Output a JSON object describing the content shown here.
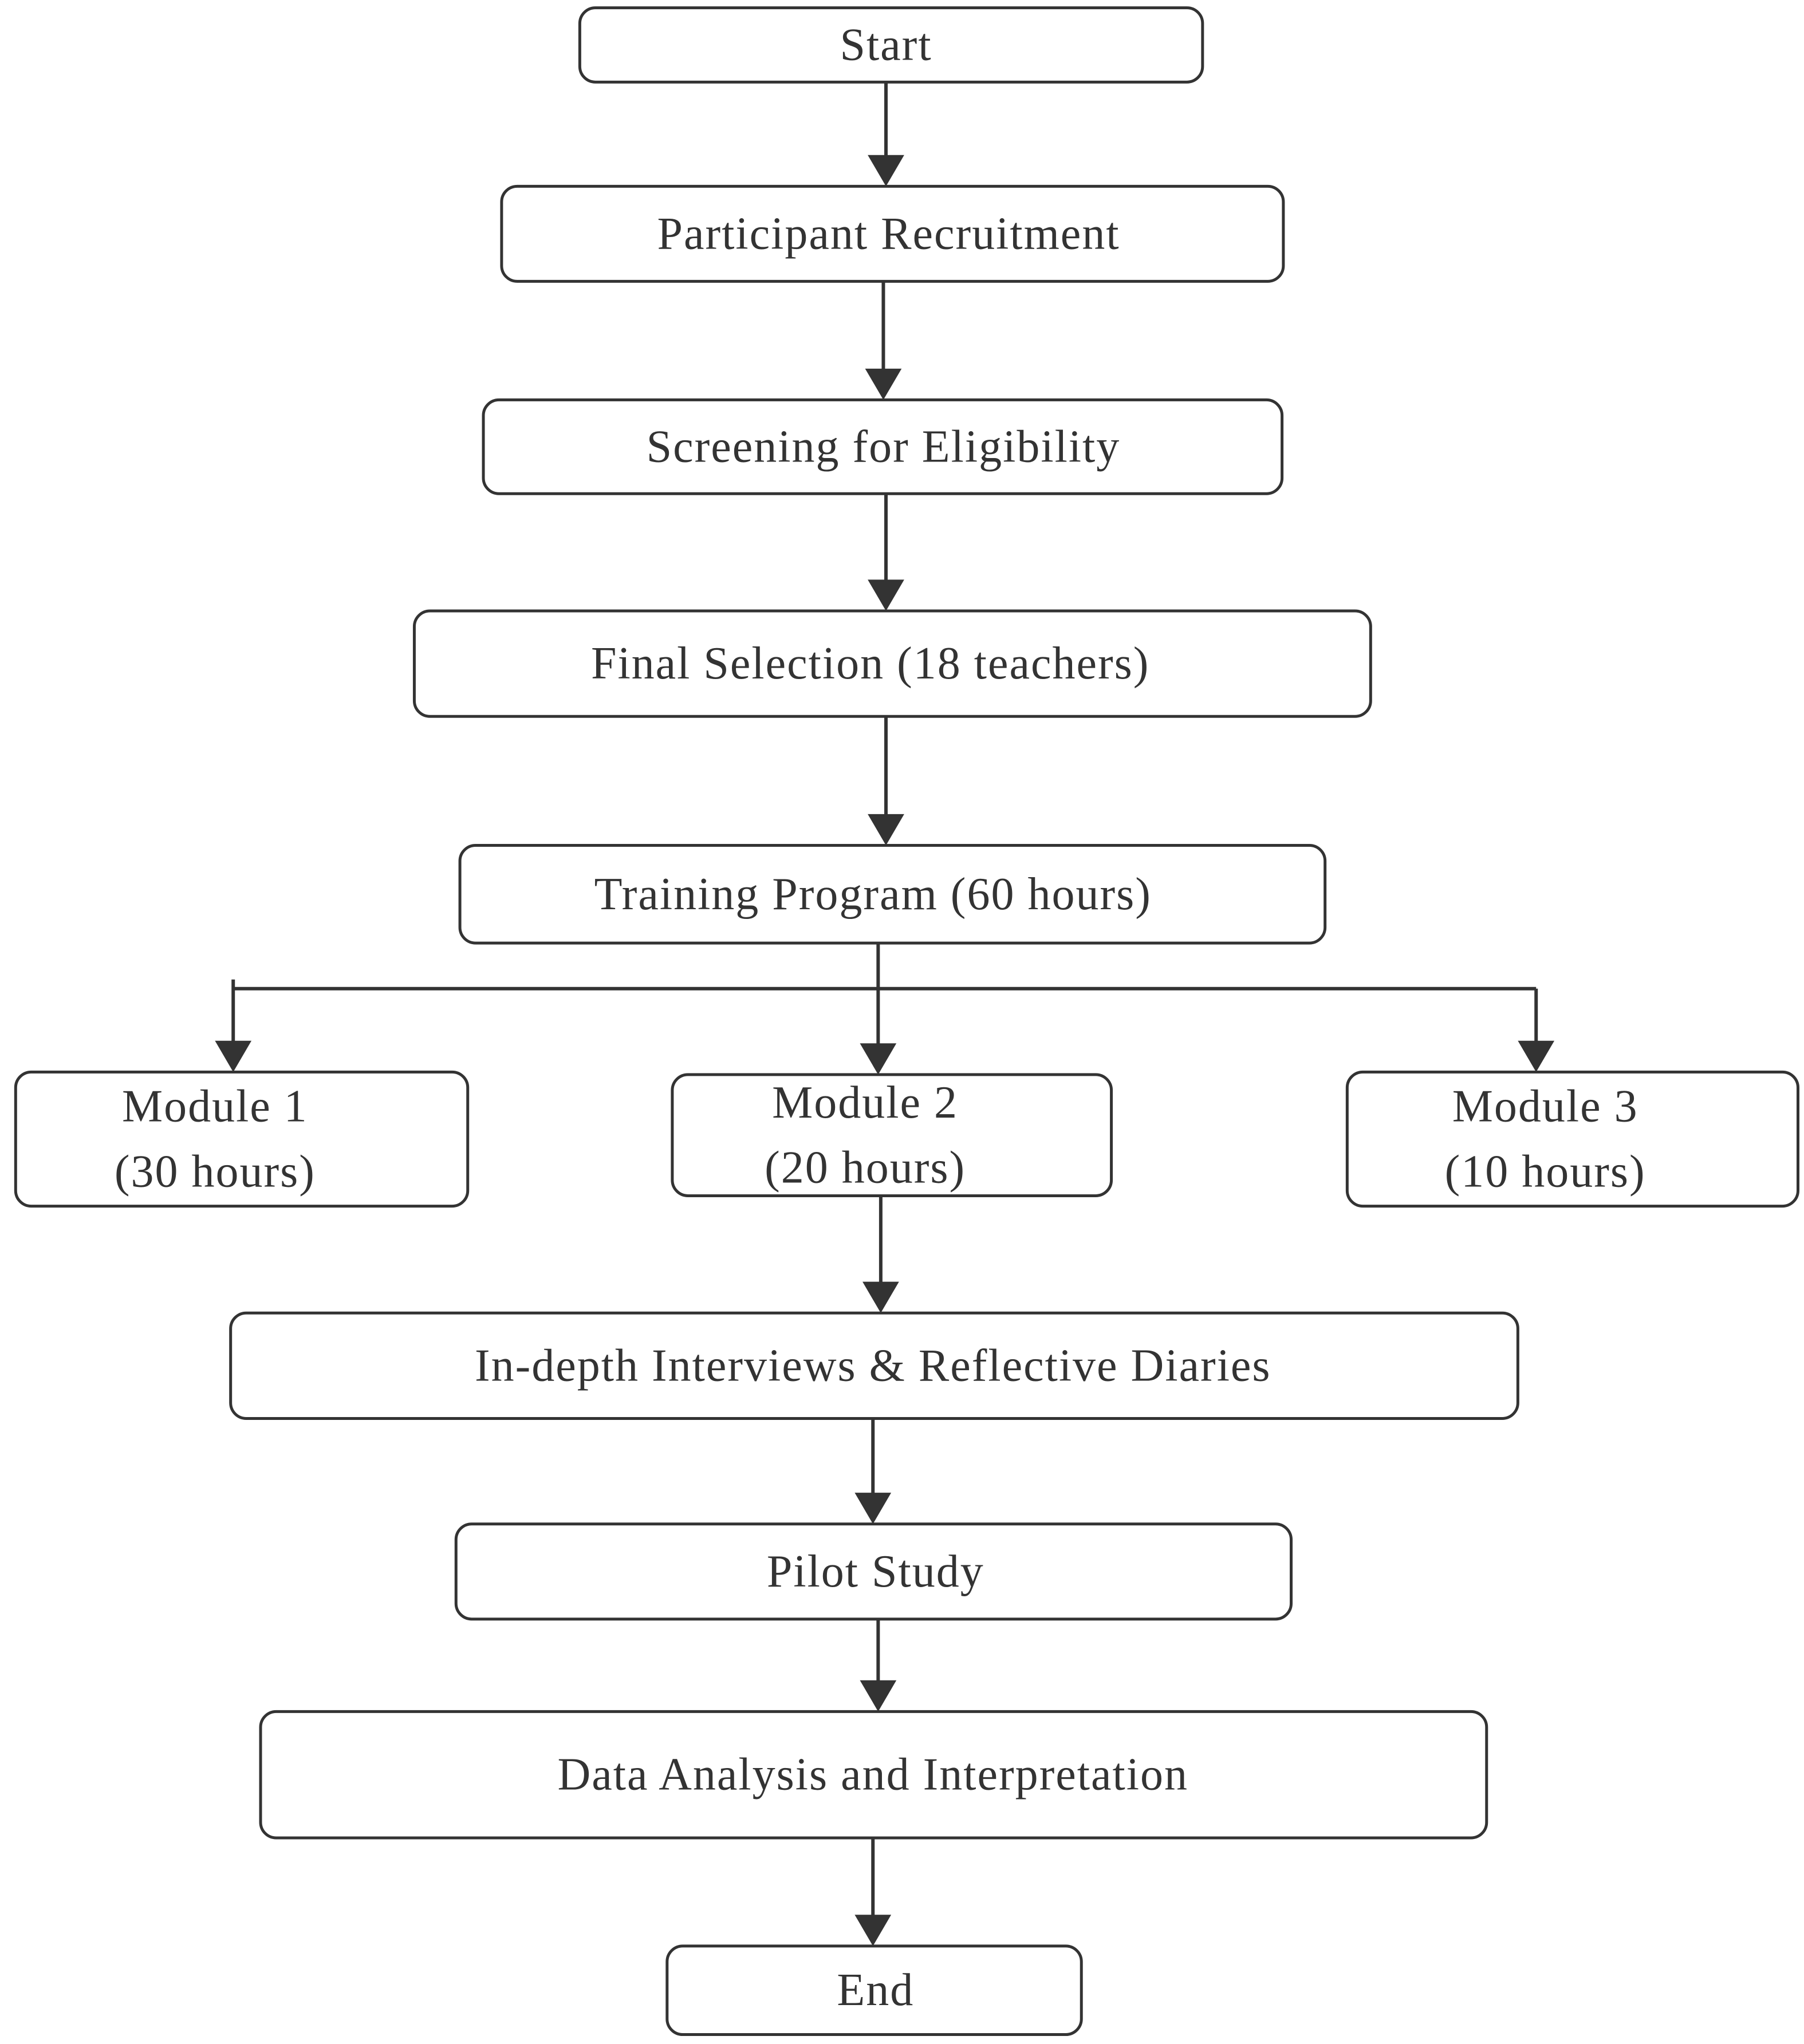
{
  "diagram": {
    "type": "flowchart",
    "nodes": [
      {
        "id": "start",
        "lines": [
          "Start"
        ]
      },
      {
        "id": "participant-recruitment",
        "lines": [
          "Participant Recruitment"
        ]
      },
      {
        "id": "screening-for-eligibility",
        "lines": [
          "Screening for Eligibility"
        ]
      },
      {
        "id": "final-selection",
        "lines": [
          "Final Selection  (18 teachers)"
        ]
      },
      {
        "id": "training-program",
        "lines": [
          "Training Program  (60 hours)"
        ]
      },
      {
        "id": "module-1",
        "lines": [
          "Module  1",
          "(30 hours)"
        ]
      },
      {
        "id": "module-2",
        "lines": [
          "Module 2",
          "(20 hours)"
        ]
      },
      {
        "id": "module-3",
        "lines": [
          "Module 3",
          "(10 hours)"
        ]
      },
      {
        "id": "interviews-diaries",
        "lines": [
          "In-depth Interviews & Reflective Diaries"
        ]
      },
      {
        "id": "pilot-study",
        "lines": [
          "Pilot Study"
        ]
      },
      {
        "id": "data-analysis",
        "lines": [
          "Data Analysis and Interpretation"
        ]
      },
      {
        "id": "end",
        "lines": [
          "End"
        ]
      }
    ],
    "edges": [
      {
        "from": "start",
        "to": "participant-recruitment"
      },
      {
        "from": "participant-recruitment",
        "to": "screening-for-eligibility"
      },
      {
        "from": "screening-for-eligibility",
        "to": "final-selection"
      },
      {
        "from": "final-selection",
        "to": "training-program"
      },
      {
        "from": "training-program",
        "to": "module-1"
      },
      {
        "from": "training-program",
        "to": "module-2"
      },
      {
        "from": "training-program",
        "to": "module-3"
      },
      {
        "from": "module-2",
        "to": "interviews-diaries"
      },
      {
        "from": "interviews-diaries",
        "to": "pilot-study"
      },
      {
        "from": "pilot-study",
        "to": "data-analysis"
      },
      {
        "from": "data-analysis",
        "to": "end"
      }
    ]
  }
}
